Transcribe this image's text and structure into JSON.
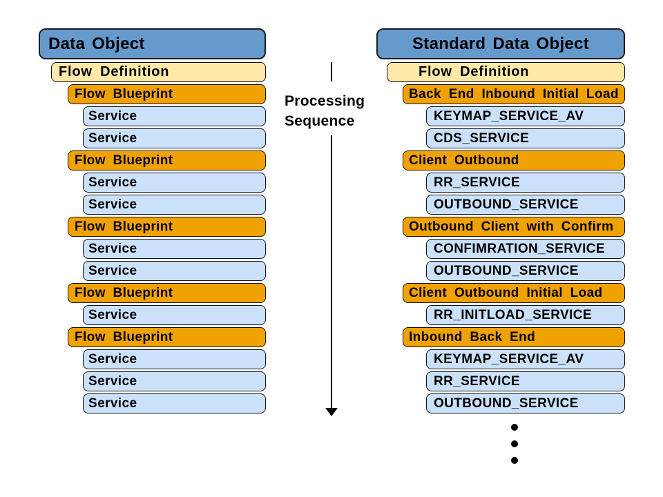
{
  "colors": {
    "background": "#FFFFFF",
    "header_blue": "#6699CC",
    "definition_cream": "#FFE9A8",
    "blueprint_orange": "#F0A202",
    "service_blue": "#CBE1FA"
  },
  "left_panel": {
    "title": "Data Object",
    "rows": [
      {
        "type": "definition",
        "label": "Flow Definition"
      },
      {
        "type": "blueprint",
        "label": "Flow Blueprint"
      },
      {
        "type": "service",
        "label": "Service"
      },
      {
        "type": "service",
        "label": "Service"
      },
      {
        "type": "blueprint",
        "label": "Flow Blueprint"
      },
      {
        "type": "service",
        "label": "Service"
      },
      {
        "type": "service",
        "label": "Service"
      },
      {
        "type": "blueprint",
        "label": "Flow Blueprint"
      },
      {
        "type": "service",
        "label": "Service"
      },
      {
        "type": "service",
        "label": "Service"
      },
      {
        "type": "blueprint",
        "label": "Flow Blueprint"
      },
      {
        "type": "service",
        "label": "Service"
      },
      {
        "type": "blueprint",
        "label": "Flow Blueprint"
      },
      {
        "type": "service",
        "label": "Service"
      },
      {
        "type": "service",
        "label": "Service"
      },
      {
        "type": "service",
        "label": "Service"
      }
    ]
  },
  "center": {
    "line1": "Processing",
    "line2": "Sequence"
  },
  "right_panel": {
    "title": "Standard Data Object",
    "rows": [
      {
        "type": "definition",
        "label": "Flow Definition"
      },
      {
        "type": "blueprint",
        "label": "Back End Inbound Initial Load"
      },
      {
        "type": "service",
        "label": "KEYMAP_SERVICE_AV"
      },
      {
        "type": "service",
        "label": "CDS_SERVICE"
      },
      {
        "type": "blueprint",
        "label": "Client Outbound"
      },
      {
        "type": "service",
        "label": "RR_SERVICE"
      },
      {
        "type": "service",
        "label": "OUTBOUND_SERVICE"
      },
      {
        "type": "blueprint",
        "label": "Outbound Client with Confirm"
      },
      {
        "type": "service",
        "label": "CONFIMRATION_SERVICE"
      },
      {
        "type": "service",
        "label": "OUTBOUND_SERVICE"
      },
      {
        "type": "blueprint",
        "label": "Client Outbound Initial Load"
      },
      {
        "type": "service",
        "label": "RR_INITLOAD_SERVICE"
      },
      {
        "type": "blueprint",
        "label": "Inbound Back End"
      },
      {
        "type": "service",
        "label": "KEYMAP_SERVICE_AV"
      },
      {
        "type": "service",
        "label": "RR_SERVICE"
      },
      {
        "type": "service",
        "label": "OUTBOUND_SERVICE"
      }
    ],
    "ellipsis_dots": 3
  }
}
